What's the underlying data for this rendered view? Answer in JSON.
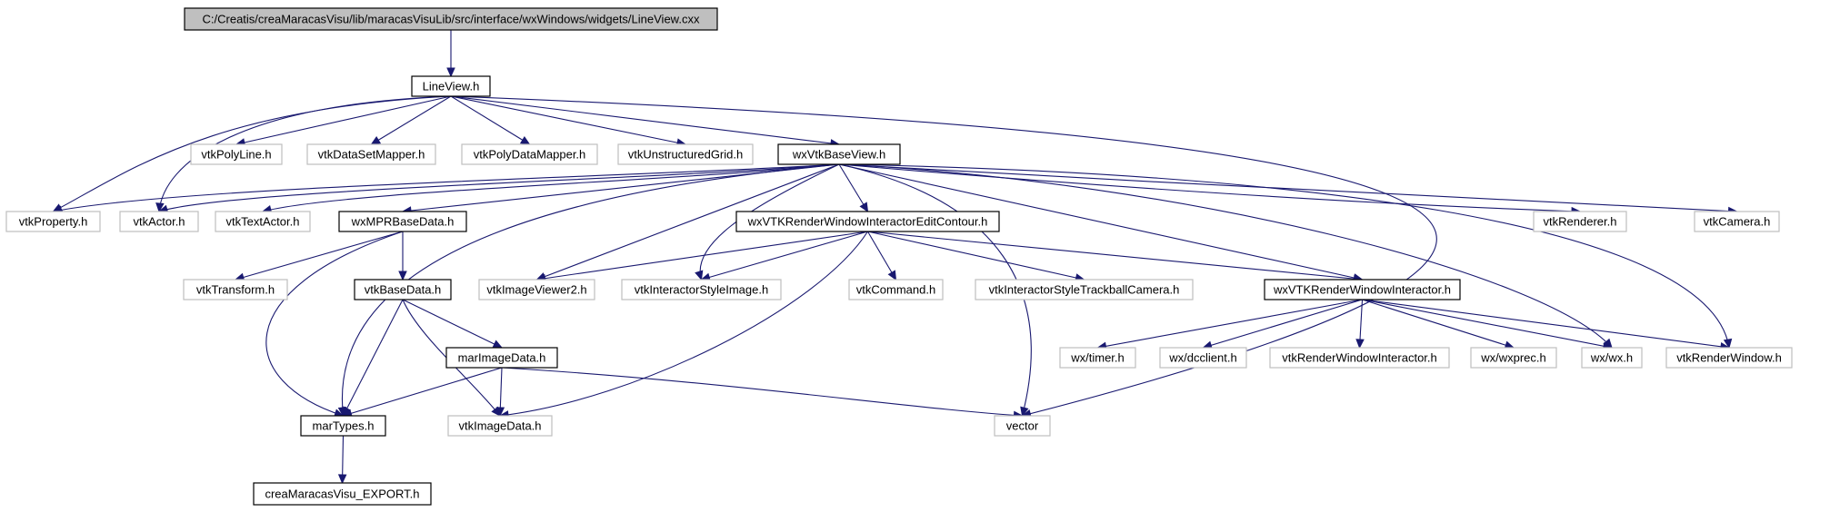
{
  "graph": {
    "colors": {
      "edge": "#191970",
      "root_fill": "#bfbfbf",
      "local_border": "#000000",
      "external_border": "#bfbfbf"
    },
    "nodes": [
      {
        "id": "root",
        "label": "C:/Creatis/creaMaracasVisu/lib/maracasVisuLib/src/interface/wxWindows/widgets/LineView.cxx",
        "kind": "root"
      },
      {
        "id": "LineView",
        "label": "LineView.h",
        "kind": "local"
      },
      {
        "id": "vtkPolyLine",
        "label": "vtkPolyLine.h",
        "kind": "external"
      },
      {
        "id": "vtkDataSetMapper",
        "label": "vtkDataSetMapper.h",
        "kind": "external"
      },
      {
        "id": "vtkPolyDataMapper",
        "label": "vtkPolyDataMapper.h",
        "kind": "external"
      },
      {
        "id": "vtkUnstructuredGrid",
        "label": "vtkUnstructuredGrid.h",
        "kind": "external"
      },
      {
        "id": "wxVtkBaseView",
        "label": "wxVtkBaseView.h",
        "kind": "local"
      },
      {
        "id": "vtkProperty",
        "label": "vtkProperty.h",
        "kind": "external"
      },
      {
        "id": "vtkActor",
        "label": "vtkActor.h",
        "kind": "external"
      },
      {
        "id": "vtkTextActor",
        "label": "vtkTextActor.h",
        "kind": "external"
      },
      {
        "id": "wxMPRBaseData",
        "label": "wxMPRBaseData.h",
        "kind": "local"
      },
      {
        "id": "wxVTKRWIEditContour",
        "label": "wxVTKRenderWindowInteractorEditContour.h",
        "kind": "local"
      },
      {
        "id": "vtkRenderer",
        "label": "vtkRenderer.h",
        "kind": "external"
      },
      {
        "id": "vtkCamera",
        "label": "vtkCamera.h",
        "kind": "external"
      },
      {
        "id": "vtkTransform",
        "label": "vtkTransform.h",
        "kind": "external"
      },
      {
        "id": "vtkBaseData",
        "label": "vtkBaseData.h",
        "kind": "local"
      },
      {
        "id": "vtkImageViewer2",
        "label": "vtkImageViewer2.h",
        "kind": "external"
      },
      {
        "id": "vtkInteractorStyleImage",
        "label": "vtkInteractorStyleImage.h",
        "kind": "external"
      },
      {
        "id": "vtkCommand",
        "label": "vtkCommand.h",
        "kind": "external"
      },
      {
        "id": "vtkInteractorStyleTrackballCamera",
        "label": "vtkInteractorStyleTrackballCamera.h",
        "kind": "external"
      },
      {
        "id": "wxVTKRWI",
        "label": "wxVTKRenderWindowInteractor.h",
        "kind": "local"
      },
      {
        "id": "marImageData",
        "label": "marImageData.h",
        "kind": "local"
      },
      {
        "id": "wxTimer",
        "label": "wx/timer.h",
        "kind": "external"
      },
      {
        "id": "wxDcclient",
        "label": "wx/dcclient.h",
        "kind": "external"
      },
      {
        "id": "vtkRenderWindowInteractor",
        "label": "vtkRenderWindowInteractor.h",
        "kind": "external"
      },
      {
        "id": "wxWxprec",
        "label": "wx/wxprec.h",
        "kind": "external"
      },
      {
        "id": "wxWx",
        "label": "wx/wx.h",
        "kind": "external"
      },
      {
        "id": "vtkRenderWindow",
        "label": "vtkRenderWindow.h",
        "kind": "external"
      },
      {
        "id": "marTypes",
        "label": "marTypes.h",
        "kind": "local"
      },
      {
        "id": "vtkImageData",
        "label": "vtkImageData.h",
        "kind": "external"
      },
      {
        "id": "vector",
        "label": "vector",
        "kind": "external"
      },
      {
        "id": "creaExport",
        "label": "creaMaracasVisu_EXPORT.h",
        "kind": "local"
      }
    ],
    "edges": [
      [
        "root",
        "LineView"
      ],
      [
        "LineView",
        "vtkProperty"
      ],
      [
        "LineView",
        "vtkActor"
      ],
      [
        "LineView",
        "vtkPolyLine"
      ],
      [
        "LineView",
        "vtkDataSetMapper"
      ],
      [
        "LineView",
        "vtkPolyDataMapper"
      ],
      [
        "LineView",
        "vtkUnstructuredGrid"
      ],
      [
        "LineView",
        "wxVtkBaseView"
      ],
      [
        "LineView",
        "vector"
      ],
      [
        "wxVtkBaseView",
        "vtkProperty"
      ],
      [
        "wxVtkBaseView",
        "vtkActor"
      ],
      [
        "wxVtkBaseView",
        "vtkTextActor"
      ],
      [
        "wxVtkBaseView",
        "wxMPRBaseData"
      ],
      [
        "wxVtkBaseView",
        "wxVTKRWIEditContour"
      ],
      [
        "wxVtkBaseView",
        "vtkRenderer"
      ],
      [
        "wxVtkBaseView",
        "vtkCamera"
      ],
      [
        "wxVtkBaseView",
        "vtkImageViewer2"
      ],
      [
        "wxVtkBaseView",
        "vtkInteractorStyleImage"
      ],
      [
        "wxVtkBaseView",
        "wxVTKRWI"
      ],
      [
        "wxVtkBaseView",
        "marTypes"
      ],
      [
        "wxVtkBaseView",
        "vector"
      ],
      [
        "wxVtkBaseView",
        "wxWx"
      ],
      [
        "wxVtkBaseView",
        "vtkRenderWindow"
      ],
      [
        "wxMPRBaseData",
        "vtkTransform"
      ],
      [
        "wxMPRBaseData",
        "vtkBaseData"
      ],
      [
        "wxMPRBaseData",
        "marTypes"
      ],
      [
        "wxVTKRWIEditContour",
        "vtkImageViewer2"
      ],
      [
        "wxVTKRWIEditContour",
        "vtkInteractorStyleImage"
      ],
      [
        "wxVTKRWIEditContour",
        "vtkCommand"
      ],
      [
        "wxVTKRWIEditContour",
        "vtkInteractorStyleTrackballCamera"
      ],
      [
        "wxVTKRWIEditContour",
        "wxVTKRWI"
      ],
      [
        "wxVTKRWIEditContour",
        "vtkImageData"
      ],
      [
        "vtkBaseData",
        "marImageData"
      ],
      [
        "vtkBaseData",
        "marTypes"
      ],
      [
        "vtkBaseData",
        "vtkImageData"
      ],
      [
        "wxVTKRWI",
        "wxTimer"
      ],
      [
        "wxVTKRWI",
        "wxDcclient"
      ],
      [
        "wxVTKRWI",
        "vtkRenderWindowInteractor"
      ],
      [
        "wxVTKRWI",
        "wxWxprec"
      ],
      [
        "wxVTKRWI",
        "wxWx"
      ],
      [
        "wxVTKRWI",
        "vtkRenderWindow"
      ],
      [
        "marImageData",
        "marTypes"
      ],
      [
        "marImageData",
        "vtkImageData"
      ],
      [
        "marImageData",
        "vector"
      ],
      [
        "marTypes",
        "creaExport"
      ]
    ]
  }
}
